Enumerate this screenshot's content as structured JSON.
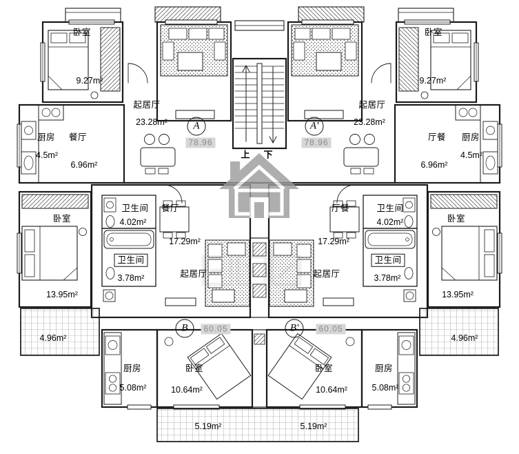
{
  "drawing_type": "apartment-floor-plan",
  "colors": {
    "background": "#ffffff",
    "line": "#1a1a1a",
    "watermark": "#9b9b9b",
    "highlight_bg": "#d6d6d6",
    "highlight_text": "#8a8a8a"
  },
  "labels": {
    "stair_up": "上",
    "stair_down": "下",
    "unit_a_left": "A",
    "unit_a_right": "A'",
    "unit_b_left": "B",
    "unit_b_right": "B'",
    "area_a_left": "78.96",
    "area_a_right": "78.96",
    "area_b_left": "60.05",
    "area_b_right": "60.05",
    "bedroom_tl_name": "卧室",
    "bedroom_tl_area": "9.27m²",
    "bedroom_tr_name": "卧室",
    "bedroom_tr_area": "9.27m²",
    "living_a_left_name": "起居厅",
    "living_a_left_area": "23.28m²",
    "living_a_right_name": "起居厅",
    "living_a_right_area": "23.28m²",
    "kitchen_a_left_name": "厨房",
    "kitchen_a_left_area": "4.5m²",
    "kitchen_a_right_name": "厨房",
    "kitchen_a_right_area": "4.5m²",
    "dining_a_left_name": "餐厅",
    "dining_a_left_area": "6.96m²",
    "dining_a_right_name": "厅餐",
    "dining_a_right_area": "6.96m²",
    "bath1_b_left_name": "卫生间",
    "bath1_b_left_area": "4.02m²",
    "bath1_b_right_name": "卫生间",
    "bath1_b_right_area": "4.02m²",
    "dining_b_left_name": "餐厅",
    "dining_b_left_area": "17.29m²",
    "dining_b_right_name": "厅餐",
    "dining_b_right_area": "17.29m²",
    "bath2_b_left_name": "卫生间",
    "bath2_b_left_area": "3.78m²",
    "bath2_b_right_name": "卫生间",
    "bath2_b_right_area": "3.78m²",
    "living_b_left_name": "起居厅",
    "living_b_right_name": "起居厅",
    "bedroom_mid_left_name": "卧室",
    "bedroom_mid_left_area": "13.95m²",
    "bedroom_mid_right_name": "卧室",
    "bedroom_mid_right_area": "13.95m²",
    "balcony_mid_left_area": "4.96m²",
    "balcony_mid_right_area": "4.96m²",
    "kitchen_b_left_name": "厨房",
    "kitchen_b_left_area": "5.08m²",
    "kitchen_b_right_name": "厨房",
    "kitchen_b_right_area": "5.08m²",
    "bedroom_bot_left_name": "卧室",
    "bedroom_bot_left_area": "10.64m²",
    "bedroom_bot_right_name": "卧室",
    "bedroom_bot_right_area": "10.64m²",
    "balcony_bot_left_area": "5.19m²",
    "balcony_bot_right_area": "5.19m²"
  }
}
